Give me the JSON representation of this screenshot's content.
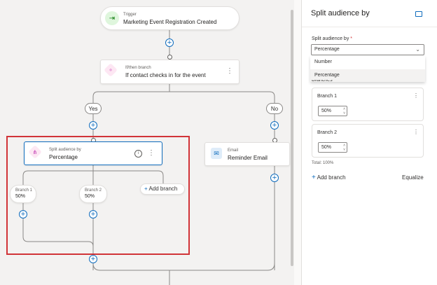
{
  "canvas": {
    "trigger": {
      "kind": "Trigger",
      "title": "Marketing Event Registration Created"
    },
    "ifthen": {
      "kind": "If/then branch",
      "title": "If contact checks in for the event"
    },
    "yes_label": "Yes",
    "no_label": "No",
    "split": {
      "kind": "Split audience by",
      "title": "Percentage",
      "info_icon": "info-icon"
    },
    "email": {
      "kind": "Email",
      "title": "Reminder Email"
    },
    "branch1": {
      "label": "Branch 1",
      "value": "50%"
    },
    "branch2": {
      "label": "Branch 2",
      "value": "50%"
    },
    "add_branch": "Add branch",
    "highlight_color": "#d13438"
  },
  "panel": {
    "title": "Split audience by",
    "field_label": "Split audience by",
    "required_mark": "*",
    "selected": "Percentage",
    "options": [
      "Number",
      "Percentage"
    ],
    "branches_label": "Branches",
    "branch_cards": [
      {
        "label": "Branch 1",
        "value": "50%"
      },
      {
        "label": "Branch 2",
        "value": "50%"
      }
    ],
    "total": "Total: 100%",
    "add_branch": "Add branch",
    "equalize": "Equalize"
  }
}
